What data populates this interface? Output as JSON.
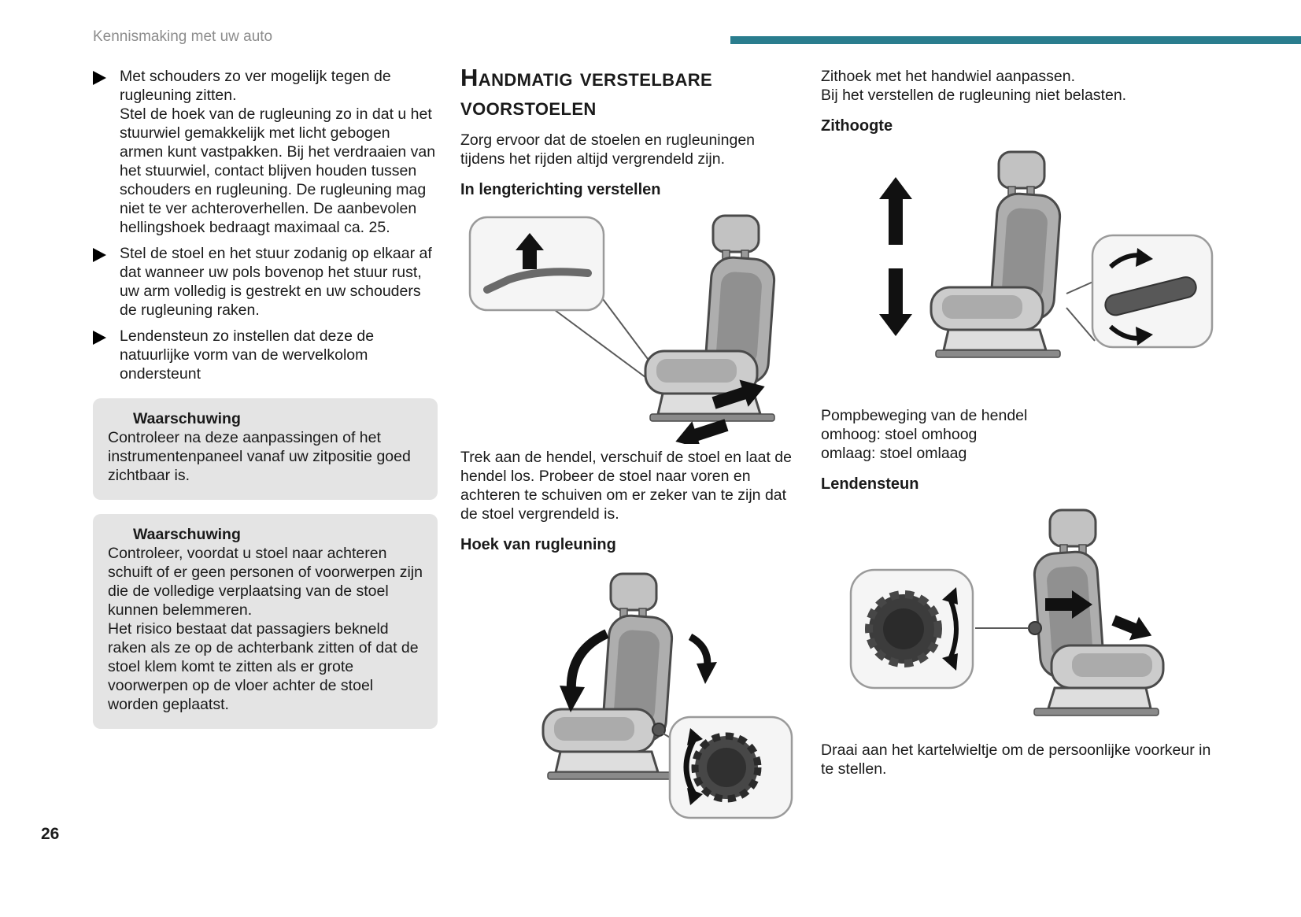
{
  "colors": {
    "accent": "#2a7d8e",
    "warning": "#d2122e",
    "text": "#1a1a1a",
    "muted": "#8c8c8c",
    "box-bg": "#e4e4e4"
  },
  "header": {
    "label": "Kennismaking met uw auto"
  },
  "footer": {
    "page_number": "26"
  },
  "left_column": {
    "bullets": [
      "Met schouders zo ver mogelijk tegen de rugleuning zitten.\nStel de hoek van de rugleuning zo in dat u het stuurwiel gemakkelijk met licht gebogen armen kunt vastpakken. Bij het verdraaien van het stuurwiel, contact blijven houden tussen schouders en rugleuning. De rugleuning mag niet te ver achteroverhellen. De aanbevolen hellingshoek bedraagt maximaal ca. 25.",
      "Stel de stoel en het stuur zodanig op elkaar af dat wanneer uw pols bovenop het stuur rust, uw arm volledig is gestrekt en uw schouders de rugleuning raken.",
      "Lendensteun zo instellen dat deze de natuurlijke vorm van de wervelkolom ondersteunt"
    ],
    "warning1": {
      "title": "Waarschuwing",
      "body": "Controleer na deze aanpassingen of het instrumentenpaneel vanaf uw zitpositie goed zichtbaar is."
    },
    "warning2": {
      "title": "Waarschuwing",
      "body": "Controleer, voordat u stoel naar achteren schuift of er geen personen of voorwerpen zijn die de volledige verplaatsing van de stoel kunnen belemmeren.\nHet risico bestaat dat passagiers bekneld raken als ze op de achterbank zitten of dat de stoel klem komt te zitten als er grote voorwerpen op de vloer achter de stoel worden geplaatst."
    }
  },
  "middle_column": {
    "title": "Handmatig verstelbare voorstoelen",
    "intro": "Zorg ervoor dat de stoelen en rugleuningen tijdens het rijden altijd vergrendeld zijn.",
    "length_heading": "In lengterichting verstellen",
    "length_body": "Trek aan de hendel, verschuif de stoel en laat de hendel los. Probeer de stoel naar voren en achteren te schuiven om er zeker van te zijn dat de stoel vergrendeld is.",
    "recline_heading": "Hoek van rugleuning"
  },
  "right_column": {
    "intro": "Zithoek met het handwiel aanpassen.\nBij het verstellen de rugleuning niet belasten.",
    "height_heading": "Zithoogte",
    "height_body": "Pompbeweging van de hendel\nomhoog: stoel omhoog\nomlaag: stoel omlaag",
    "lumbar_heading": "Lendensteun",
    "lumbar_body": "Draai aan het kartelwieltje om de persoonlijke voorkeur in te stellen."
  }
}
